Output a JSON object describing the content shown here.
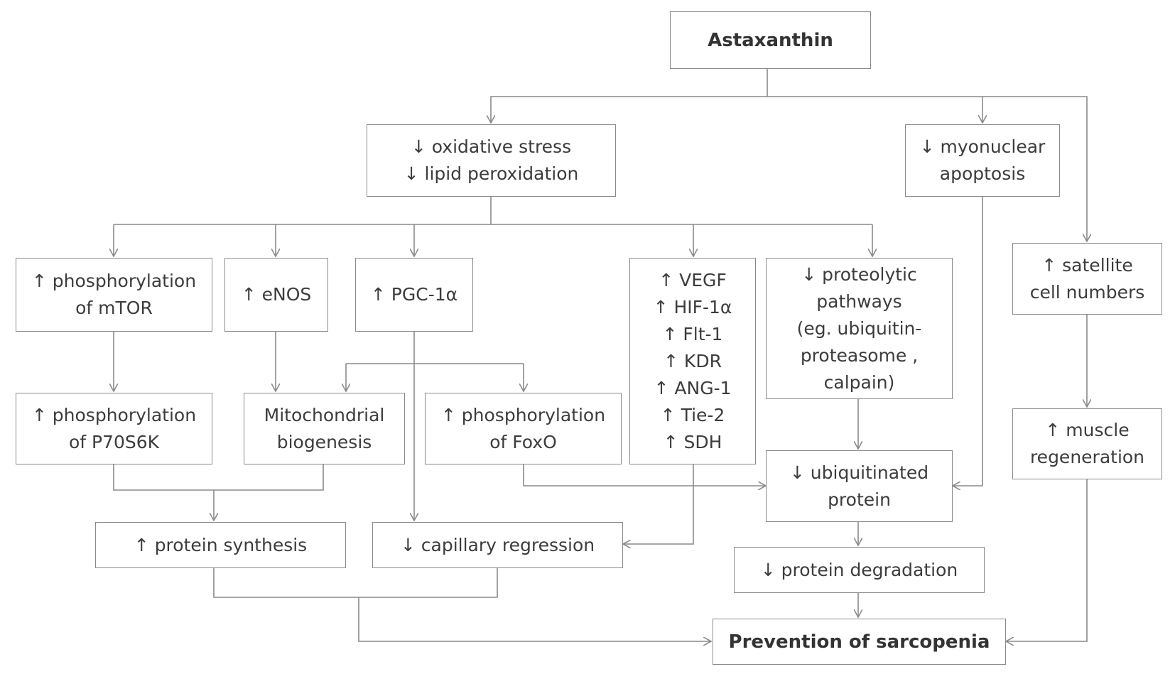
{
  "diagram": {
    "nodes": {
      "astaxanthin": [
        "Astaxanthin"
      ],
      "oxidative": [
        "↓ oxidative stress",
        "↓ lipid peroxidation"
      ],
      "myonuclear": [
        "↓ myonuclear",
        "apoptosis"
      ],
      "mtor": [
        "↑ phosphorylation",
        "of mTOR"
      ],
      "enos": [
        "↑ eNOS"
      ],
      "pgc": [
        "↑ PGC-1α"
      ],
      "angio": [
        "↑ VEGF",
        "↑ HIF-1α",
        "↑ Flt-1",
        "↑ KDR",
        "↑ ANG-1",
        "↑ Tie-2",
        "↑ SDH"
      ],
      "proteolytic": [
        "↓ proteolytic",
        "pathways",
        "(eg. ubiquitin-",
        "proteasome ,",
        "calpain)"
      ],
      "satellite": [
        "↑ satellite",
        "cell numbers"
      ],
      "p70": [
        "↑ phosphorylation",
        "of P70S6K"
      ],
      "mito": [
        "Mitochondrial",
        "biogenesis"
      ],
      "foxo": [
        "↑ phosphorylation",
        "of FoxO"
      ],
      "ubiq": [
        "↓ ubiquitinated",
        "protein"
      ],
      "muscle": [
        "↑ muscle",
        "regeneration"
      ],
      "synthesis": [
        "↑ protein synthesis"
      ],
      "capillary": [
        "↓ capillary regression"
      ],
      "degradation": [
        "↓ protein degradation"
      ],
      "sarcopenia": [
        "Prevention of sarcopenia"
      ]
    }
  }
}
